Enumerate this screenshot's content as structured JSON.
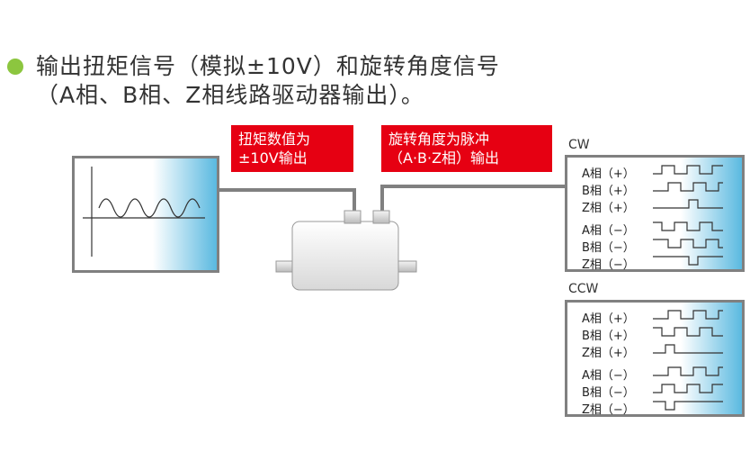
{
  "heading": {
    "line1": "输出扭矩信号（模拟±10V）和旋转角度信号",
    "line2": "（A相、B相、Z相线路驱动器输出）。"
  },
  "colors": {
    "bullet": "#8cc63f",
    "red": "#e60012",
    "frame": "#808080",
    "cyan": "#5ab9e0"
  },
  "torque_box": {
    "line1": "扭矩数值为",
    "line2": "±10V输出"
  },
  "angle_box": {
    "line1": "旋转角度为脉冲",
    "line2": "（A·B·Z相）输出"
  },
  "cw": {
    "label": "CW",
    "signals": [
      "A相（+）",
      "B相（+）",
      "Z相（+）",
      "A相（−）",
      "B相（−）",
      "Z相（−）"
    ]
  },
  "ccw": {
    "label": "CCW",
    "signals": [
      "A相（+）",
      "B相（+）",
      "Z相（+）",
      "A相（−）",
      "B相（−）",
      "Z相（−）"
    ]
  }
}
